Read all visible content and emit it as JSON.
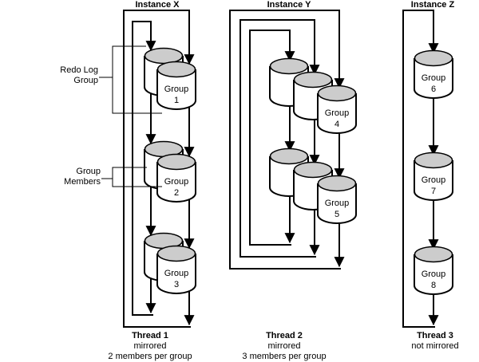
{
  "colors": {
    "background": "#ffffff",
    "line": "#000000",
    "cylinder_top": "#cccccc",
    "cylinder_body": "#ffffff",
    "text": "#000000"
  },
  "instances": [
    {
      "title": "Instance X",
      "groups": [
        {
          "name": [
            "Group",
            "1"
          ]
        },
        {
          "name": [
            "Group",
            "2"
          ]
        },
        {
          "name": [
            "Group",
            "3"
          ]
        }
      ],
      "caption": [
        "Thread 1",
        "mirrored",
        "2 members per group"
      ]
    },
    {
      "title": "Instance Y",
      "groups": [
        {
          "name": [
            "Group",
            "4"
          ]
        },
        {
          "name": [
            "Group",
            "5"
          ]
        }
      ],
      "caption": [
        "Thread 2",
        "mirrored",
        "3 members per group"
      ]
    },
    {
      "title": "Instance Z",
      "groups": [
        {
          "name": [
            "Group",
            "6"
          ]
        },
        {
          "name": [
            "Group",
            "7"
          ]
        },
        {
          "name": [
            "Group",
            "8"
          ]
        }
      ],
      "caption": [
        "Thread 3",
        "not mirrored"
      ]
    }
  ],
  "annotations": {
    "redo_log_group": [
      "Redo Log",
      "Group"
    ],
    "group_members": [
      "Group",
      "Members"
    ]
  }
}
